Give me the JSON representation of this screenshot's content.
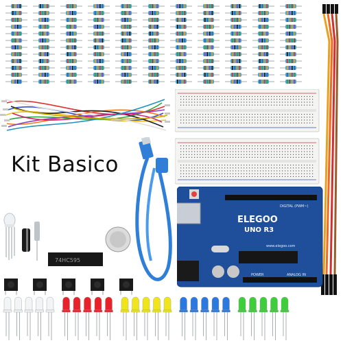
{
  "title": "Kit Basico",
  "board": {
    "brand": "ELEGOO",
    "model": "UNO R3",
    "digital_label": "DIGITAL (PWM~)",
    "web": "www.elegoo.com",
    "power_label": "POWER",
    "analog_label": "ANALOG IN",
    "color": "#1f4f9a"
  },
  "chip": {
    "label": "74HC595"
  },
  "resistors": {
    "rows": 12,
    "cols": 11,
    "body_color": "#4fa6c8"
  },
  "leds": {
    "colors": [
      "white",
      "red",
      "yellow",
      "blue",
      "green"
    ],
    "hex": [
      "#f2f4f6",
      "#e8222a",
      "#f0e41a",
      "#2a78e0",
      "#3ccf3a"
    ],
    "per_color": 5
  },
  "parts": {
    "usb_cable": "usb-cable-blue",
    "buttons": 5,
    "breadboards": 2
  }
}
